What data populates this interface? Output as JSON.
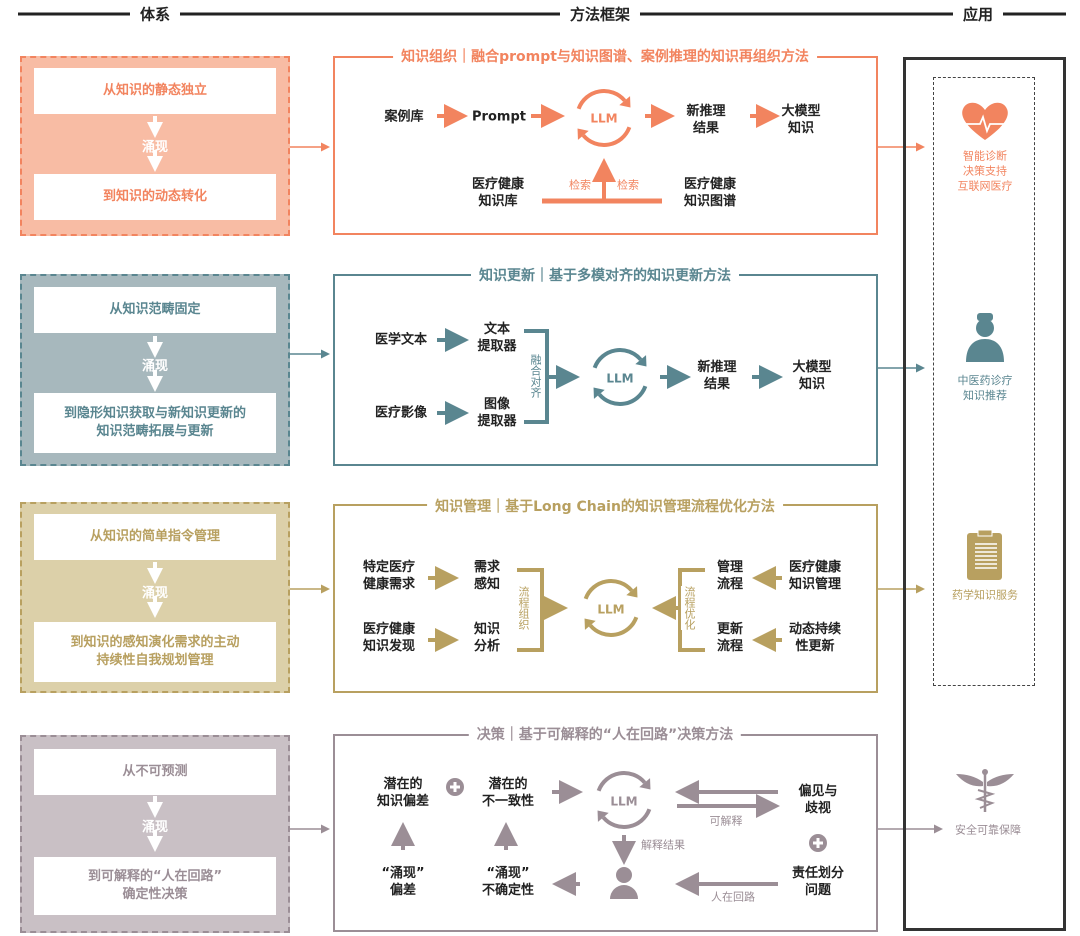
{
  "header": {
    "system": "体系",
    "method": "方法框架",
    "application": "应用"
  },
  "colors": {
    "orange": "#f2845f",
    "orange_fill": "#f8bca4",
    "teal": "#5a8690",
    "teal_fill": "#a7b8bd",
    "gold": "#b8a060",
    "gold_fill": "#dcd0a9",
    "mauve": "#9b8e96",
    "mauve_fill": "#c9c0c5"
  },
  "system": [
    {
      "from": "从知识的静态独立",
      "emerge": "涌现",
      "to": "到知识的动态转化"
    },
    {
      "from": "从知识范畴固定",
      "emerge": "涌现",
      "to": "到隐形知识获取与新知识更新的\n知识范畴拓展与更新"
    },
    {
      "from": "从知识的简单指令管理",
      "emerge": "涌现",
      "to": "到知识的感知演化需求的主动\n持续性自我规划管理"
    },
    {
      "from": "从不可预测",
      "emerge": "涌现",
      "to": "到可解释的“人在回路”\n确定性决策"
    }
  ],
  "organize": {
    "title": "知识组织｜融合prompt与知识图谱、案例推理的知识再组织方法",
    "case_lib": "案例库",
    "prompt": "Prompt",
    "llm": "LLM",
    "new_result": "新推理\n结果",
    "model_knowledge": "大模型\n知识",
    "kb": "医疗健康\n知识库",
    "kg": "医疗健康\n知识图谱",
    "retrieve_left": "检索",
    "retrieve_right": "检索"
  },
  "update": {
    "title": "知识更新｜基于多模对齐的知识更新方法",
    "med_text": "医学文本",
    "text_extractor": "文本\n提取器",
    "med_image": "医疗影像",
    "image_extractor": "图像\n提取器",
    "align": "融合对齐",
    "llm": "LLM",
    "new_result": "新推理\n结果",
    "model_knowledge": "大模型\n知识"
  },
  "manage": {
    "title": "知识管理｜基于Long Chain的知识管理流程优化方法",
    "need": "特定医疗\n健康需求",
    "perceive": "需求\n感知",
    "discover": "医疗健康\n知识发现",
    "analyze": "知识\n分析",
    "organize": "流程组织",
    "llm": "LLM",
    "optimize": "流程优化",
    "mgmt_flow": "管理\n流程",
    "kb_mgmt": "医疗健康\n知识管理",
    "update_flow": "更新\n流程",
    "continuous": "动态持续\n性更新"
  },
  "decision": {
    "title": "决策｜基于可解释的“人在回路”决策方法",
    "bias": "潜在的\n知识偏差",
    "inconsistency": "潜在的\n不一致性",
    "llm": "LLM",
    "explainable": "可解释",
    "prejudice": "偏见与\n歧视",
    "responsibility": "责任划分\n问题",
    "human_loop": "人在回路",
    "explain_result": "解释结果",
    "emerge_uncertainty": "“涌现”\n不确定性",
    "emerge_bias": "“涌现”\n偏差"
  },
  "applications": [
    {
      "icon": "heart-pulse-icon",
      "label": "智能诊断\n决策支持\n互联网医疗"
    },
    {
      "icon": "doctor-icon",
      "label": "中医药诊疗\n知识推荐"
    },
    {
      "icon": "clipboard-icon",
      "label": "药学知识服务"
    },
    {
      "icon": "caduceus-icon",
      "label": "安全可靠保障"
    }
  ]
}
